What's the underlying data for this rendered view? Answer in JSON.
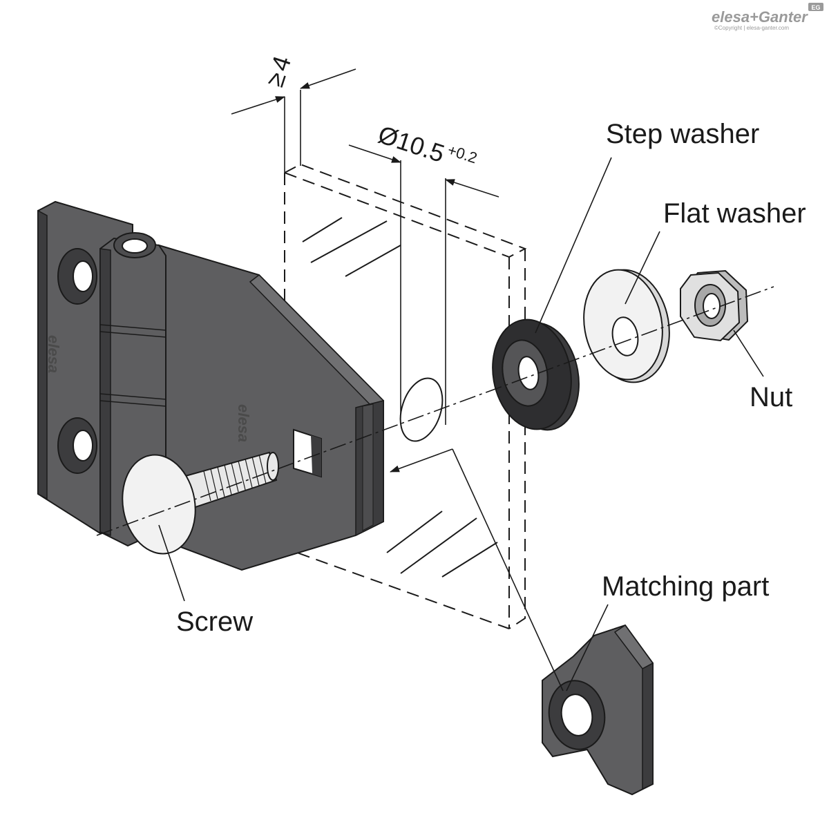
{
  "brand": {
    "logo": "elesa+Ganter",
    "copyright": "©Copyright | elesa-ganter.com",
    "badge": "EG",
    "embossed": "elesa"
  },
  "dimensions": {
    "gap_symbol": "≥",
    "gap_value": "4",
    "hole_diameter": "Ø10.5",
    "hole_tolerance": "+0.2"
  },
  "labels": {
    "step_washer": "Step washer",
    "flat_washer": "Flat washer",
    "nut": "Nut",
    "screw": "Screw",
    "matching_part": "Matching part"
  },
  "colors": {
    "part_fill": "#5e5e60",
    "part_dark": "#3c3c3e",
    "line": "#1a1a1a",
    "washer_light": "#f2f2f2"
  }
}
